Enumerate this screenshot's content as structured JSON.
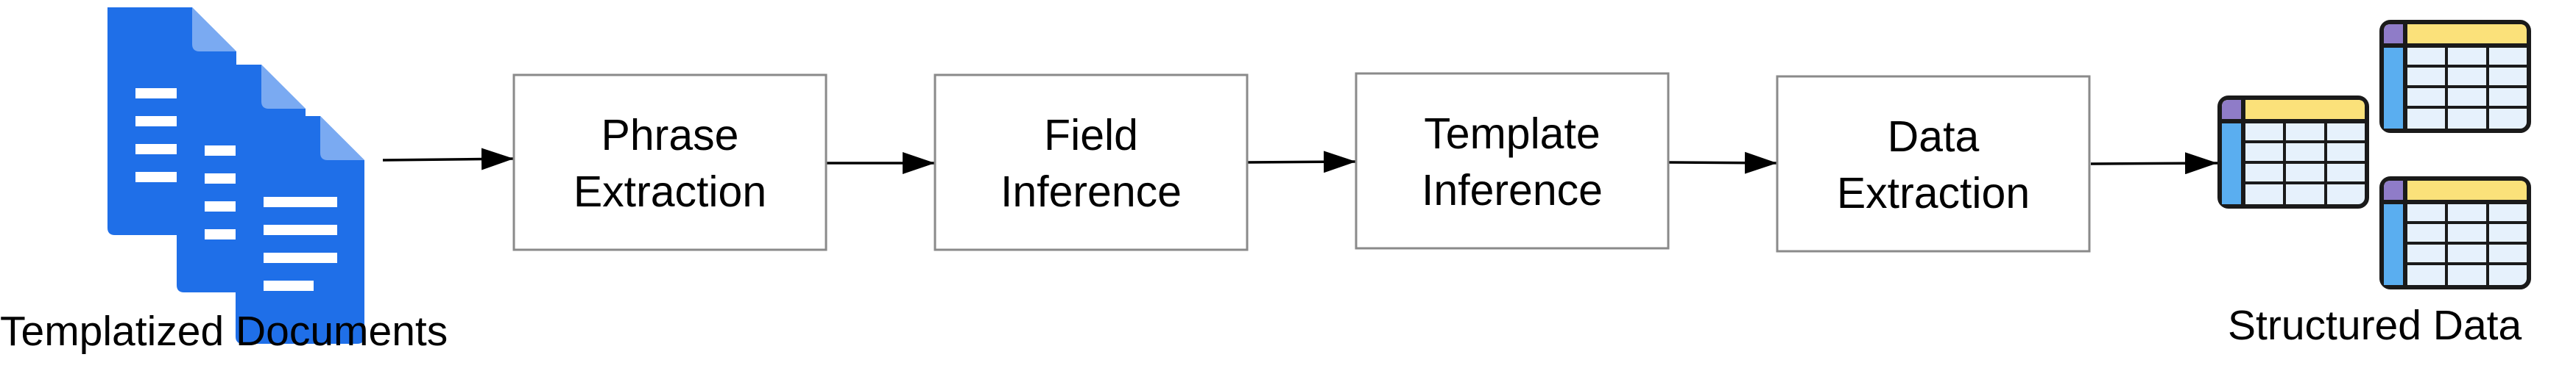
{
  "diagram": {
    "input": {
      "label": "Templatized Documents",
      "icon": "document-stack-icon",
      "colors": {
        "page": "#1f6fe8",
        "fold": "#7aaaf2",
        "lines": "#ffffff"
      }
    },
    "stages": [
      {
        "line1": "Phrase",
        "line2": "Extraction"
      },
      {
        "line1": "Field",
        "line2": "Inference"
      },
      {
        "line1": "Template",
        "line2": "Inference"
      },
      {
        "line1": "Data",
        "line2": "Extraction"
      }
    ],
    "output": {
      "label": "Structured Data",
      "icon": "data-table-icon",
      "colors": {
        "header": "#fbe17a",
        "corner": "#8f7cc8",
        "side": "#5aaef0",
        "grid": "#e6f1fc",
        "outline": "#1a1a1a"
      }
    }
  }
}
